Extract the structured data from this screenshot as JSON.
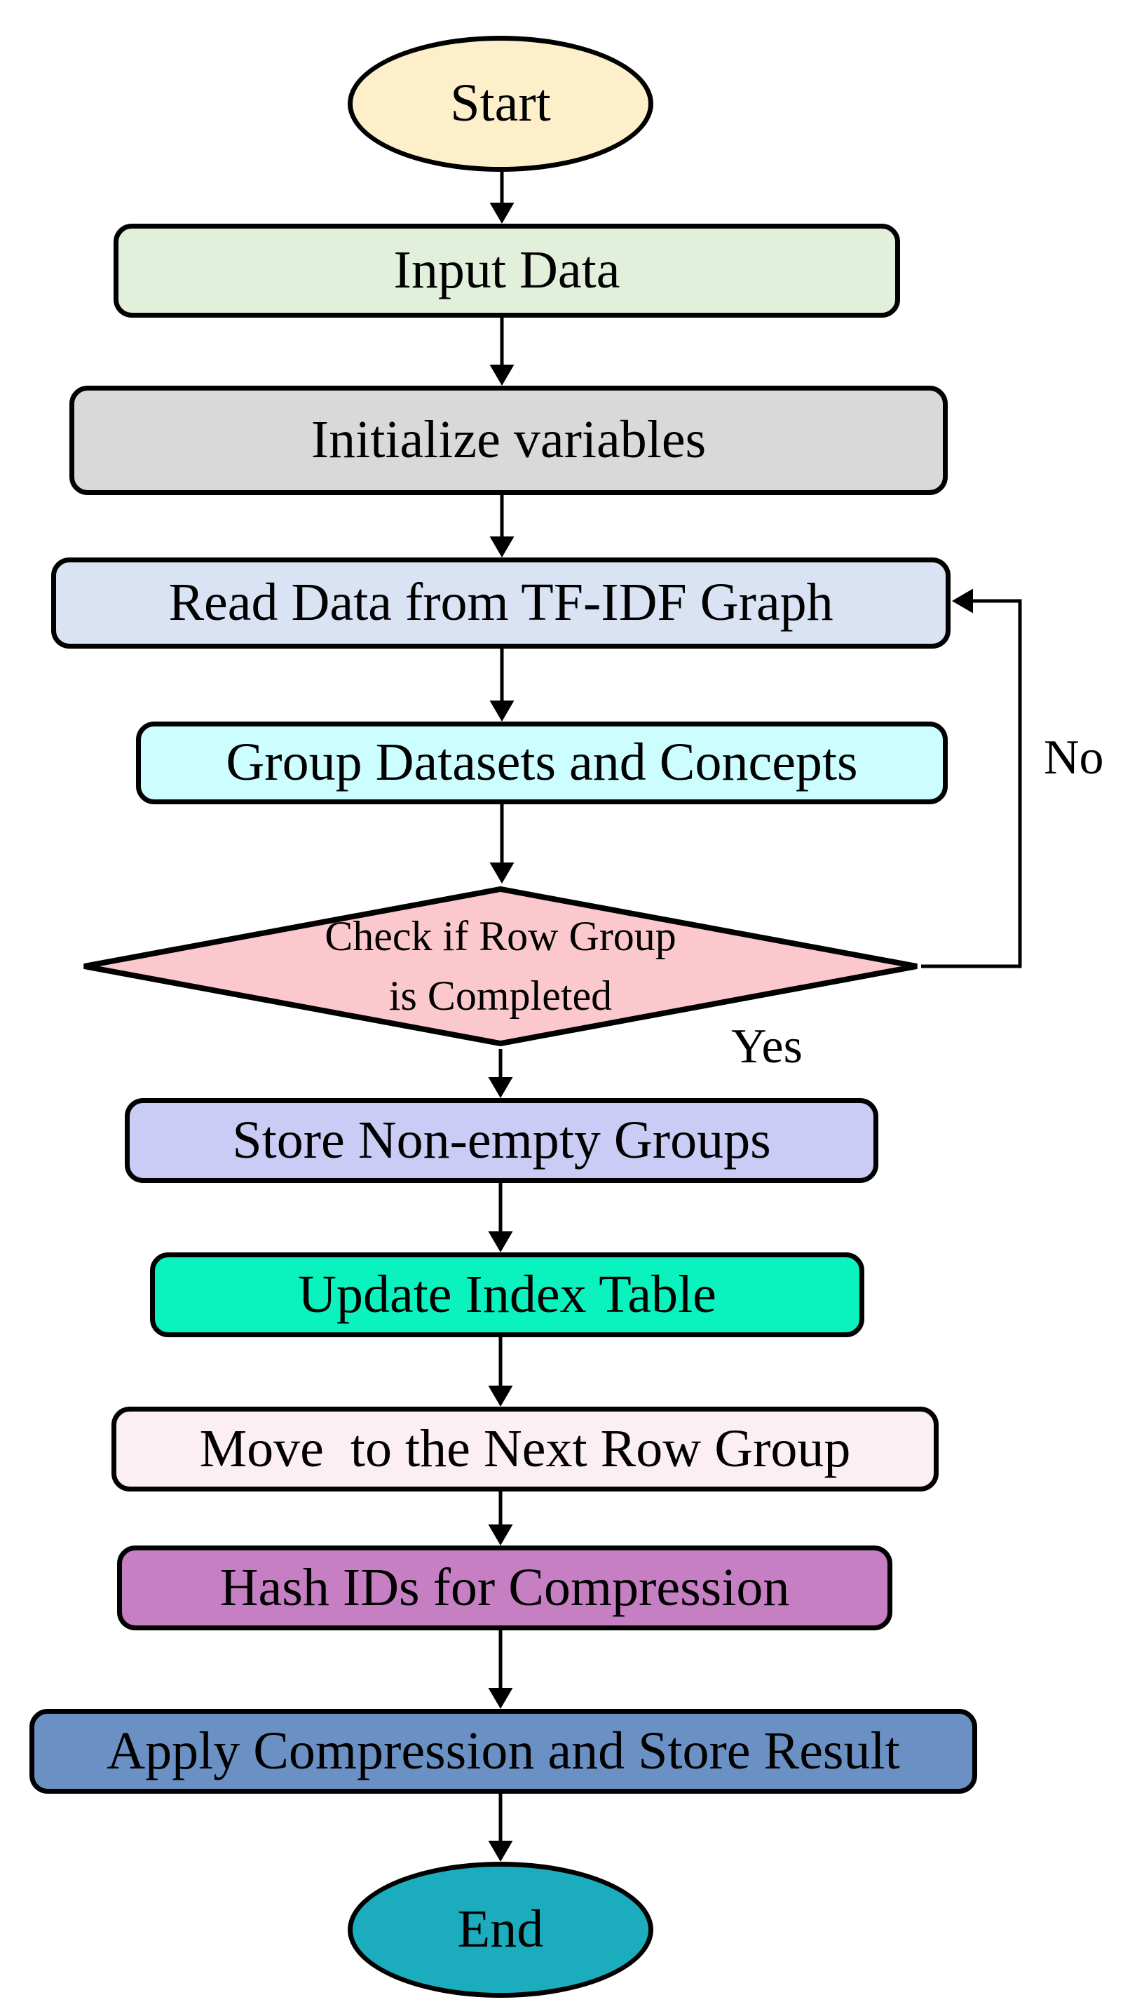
{
  "flowchart": {
    "figure_type": "flowchart",
    "background_color": "#FFFFFF",
    "line_color": "#000000",
    "text_color": "#000000",
    "nodes": [
      {
        "id": "start",
        "type": "terminator",
        "label": "Start",
        "fill": "#FCEFCA"
      },
      {
        "id": "input-data",
        "type": "process",
        "label": "Input Data",
        "fill": "#E2EFDA"
      },
      {
        "id": "initialize-variables",
        "type": "process",
        "label": "Initialize variables",
        "fill": "#D9D9D9"
      },
      {
        "id": "read-data",
        "type": "process",
        "label": "Read Data from TF-IDF Graph",
        "fill": "#DAE3F3"
      },
      {
        "id": "group-datasets",
        "type": "process",
        "label": "Group Datasets and Concepts",
        "fill": "#CCFEFF"
      },
      {
        "id": "check-row-group",
        "type": "decision",
        "label": "Check if Row Group is Completed",
        "label_lines": [
          "Check if Row Group",
          "is Completed"
        ],
        "fill": "#FBC9CD"
      },
      {
        "id": "store-groups",
        "type": "process",
        "label": "Store Non-empty Groups",
        "fill": "#CBCCF5"
      },
      {
        "id": "update-index",
        "type": "process",
        "label": "Update Index Table",
        "fill": "#0AF2BE"
      },
      {
        "id": "move-next",
        "type": "process",
        "label": "Move  to the Next Row Group",
        "fill": "#FBEFF3"
      },
      {
        "id": "hash-ids",
        "type": "process",
        "label": "Hash IDs for Compression",
        "fill": "#C77FC3"
      },
      {
        "id": "apply-compression",
        "type": "process",
        "label": "Apply Compression and Store Result",
        "fill": "#6B91C4"
      },
      {
        "id": "end",
        "type": "terminator",
        "label": "End",
        "fill": "#1BACBE"
      }
    ],
    "edges": [
      {
        "from": "start",
        "to": "input-data"
      },
      {
        "from": "input-data",
        "to": "initialize-variables"
      },
      {
        "from": "initialize-variables",
        "to": "read-data"
      },
      {
        "from": "read-data",
        "to": "group-datasets"
      },
      {
        "from": "group-datasets",
        "to": "check-row-group"
      },
      {
        "from": "check-row-group",
        "to": "store-groups",
        "label": "Yes"
      },
      {
        "from": "check-row-group",
        "to": "read-data",
        "label": "No"
      },
      {
        "from": "store-groups",
        "to": "update-index"
      },
      {
        "from": "update-index",
        "to": "move-next"
      },
      {
        "from": "move-next",
        "to": "hash-ids"
      },
      {
        "from": "hash-ids",
        "to": "apply-compression"
      },
      {
        "from": "apply-compression",
        "to": "end"
      }
    ]
  }
}
